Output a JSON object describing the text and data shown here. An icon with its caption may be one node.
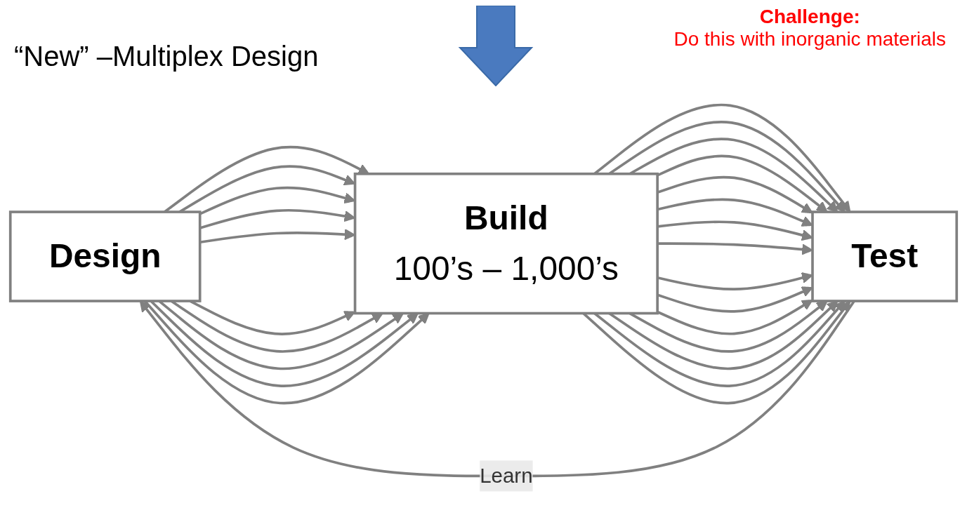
{
  "diagram": {
    "title": "“New” –Multiplex Design",
    "nodes": [
      {
        "text": [
          "Design"
        ]
      },
      {
        "text": [
          "Build",
          "100’s – 1,000’s"
        ]
      },
      {
        "text": [
          "Test"
        ]
      }
    ],
    "edges": [
      {
        "from": 0,
        "to": 1,
        "arrow": "to"
      },
      {
        "from": 0,
        "to": 1,
        "arrow": "to"
      },
      {
        "from": 0,
        "to": 1,
        "arrow": "to"
      },
      {
        "from": 0,
        "to": 1,
        "arrow": "to"
      },
      {
        "from": 0,
        "to": 1,
        "arrow": "to"
      },
      {
        "from": 0,
        "to": 1,
        "arrow": "to"
      },
      {
        "from": 0,
        "to": 1,
        "arrow": "to"
      },
      {
        "from": 0,
        "to": 1,
        "arrow": "to"
      },
      {
        "from": 0,
        "to": 1,
        "arrow": "to"
      },
      {
        "from": 0,
        "to": 1,
        "arrow": "to"
      },
      {
        "from": 1,
        "to": 2,
        "arrow": "to"
      },
      {
        "from": 1,
        "to": 2,
        "arrow": "to"
      },
      {
        "from": 1,
        "to": 2,
        "arrow": "to"
      },
      {
        "from": 1,
        "to": 2,
        "arrow": "to"
      },
      {
        "from": 1,
        "to": 2,
        "arrow": "to"
      },
      {
        "from": 1,
        "to": 2,
        "arrow": "to"
      },
      {
        "from": 1,
        "to": 2,
        "arrow": "to"
      },
      {
        "from": 1,
        "to": 2,
        "arrow": "to"
      },
      {
        "from": 1,
        "to": 2,
        "arrow": "to"
      },
      {
        "from": 1,
        "to": 2,
        "arrow": "to"
      },
      {
        "from": 1,
        "to": 2,
        "arrow": "to"
      },
      {
        "from": 1,
        "to": 2,
        "arrow": "to"
      },
      {
        "from": 1,
        "to": 2,
        "arrow": "to"
      },
      {
        "from": 1,
        "to": 2,
        "arrow": "to"
      },
      {
        "from": 1,
        "to": 2,
        "arrow": "to"
      },
      {
        "from": 2,
        "to": 0,
        "arrow": "to",
        "label": "Learn"
      }
    ],
    "labels": [
      "Challenge:",
      "Do this with inorganic materials"
    ]
  }
}
